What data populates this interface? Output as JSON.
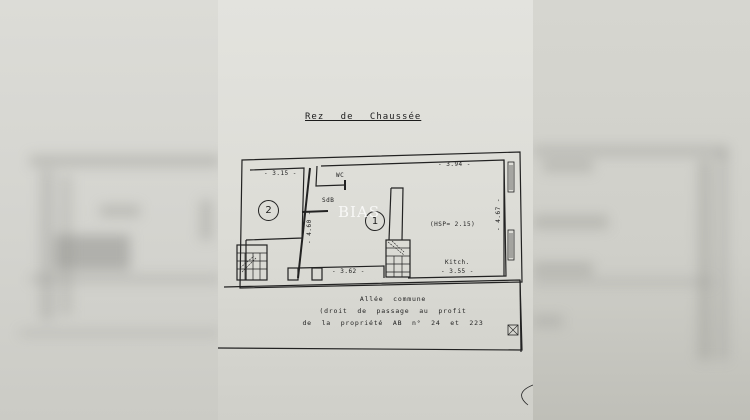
{
  "plan": {
    "title": "Rez de Chaussée",
    "watermark": "BIAS",
    "rooms": [
      {
        "id": "2",
        "label": "2",
        "width_dim": "- 3.15 -",
        "height_dim": "- 4.60 -"
      },
      {
        "id": "1",
        "label": "1",
        "label_hsp": "(HSP= 2.15)",
        "kitchen": "Kitch.",
        "width_dim_top": "- 3.94 -",
        "width_dim_bottom": "- 3.55 -",
        "height_dim": "- 4.67 -"
      }
    ],
    "wc_label": "WC",
    "sdb_label": "SdB",
    "middle_dim": "- 3.62 -",
    "allee": {
      "line1": "Allée commune",
      "line2": "(droit de passage au profit",
      "line3": "de la propriété AB n° 24 et 223"
    }
  },
  "colors": {
    "paper": "#e0e0db",
    "ink": "#222222",
    "background": "#c9c9c3"
  }
}
